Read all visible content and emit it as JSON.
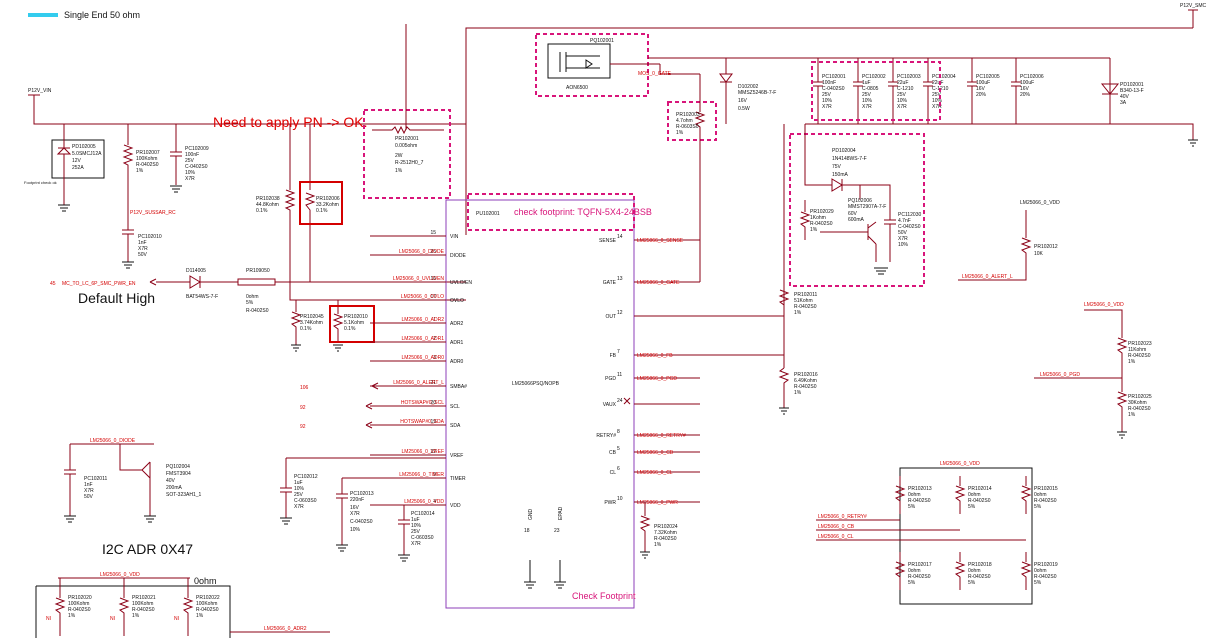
{
  "legend": {
    "text": "Single End 50 ohm",
    "color": "#33ccee"
  },
  "annotations": {
    "apply_pn": "Need to apply PN -> OK.",
    "default_high": "Default High",
    "i2c_adr": "I2C ADR 0X47",
    "check_fp_ic": "check footprint: TQFN-5X4-24BSB",
    "check_fp_box": "Check Footprint"
  },
  "rails": {
    "p12v_vin": "P12V_VIN",
    "p12v_smc": "P12V_SMC",
    "vdd": "LM25066_0_VDD"
  },
  "ic": {
    "ref": "PU102001",
    "part": "LM25066PSQ/NOPB",
    "left_pins": [
      {
        "num": "15",
        "name": "VIN",
        "net": ""
      },
      {
        "num": "25",
        "name": "DIODE",
        "net": "LM25066_0_DIODE"
      },
      {
        "num": "16",
        "name": "UVLO/EN",
        "net": "LM25066_0_UVLO/EN"
      },
      {
        "num": "17",
        "name": "OVLO",
        "net": "LM25066_0_OVLO"
      },
      {
        "num": "1",
        "name": "ADR2",
        "net": "LM25066_0_ADR2"
      },
      {
        "num": "2",
        "name": "ADR1",
        "net": "LM25066_0_ADR1"
      },
      {
        "num": "3",
        "name": "ADR0",
        "net": "LM25066_0_ADR0"
      },
      {
        "num": "21",
        "name": "SMBA#",
        "net": "LM25066_0_ALERT_L"
      },
      {
        "num": "20",
        "name": "SCL",
        "net": "HOTSWAP#0_SCL"
      },
      {
        "num": "19",
        "name": "SDA",
        "net": "HOTSWAP#0_SDA"
      },
      {
        "num": "22",
        "name": "VREF",
        "net": "LM25066_0_VREF"
      },
      {
        "num": "9",
        "name": "TIMER",
        "net": "LM25066_0_TIMER"
      },
      {
        "num": "4",
        "name": "VDD",
        "net": "LM25066_0_VDD"
      }
    ],
    "right_pins": [
      {
        "num": "14",
        "name": "SENSE",
        "net": "LM25066_0_SENSE"
      },
      {
        "num": "13",
        "name": "GATE",
        "net": "LM25066_0_GATE"
      },
      {
        "num": "12",
        "name": "OUT",
        "net": ""
      },
      {
        "num": "7",
        "name": "FB",
        "net": "LM25066_0_FB"
      },
      {
        "num": "11",
        "name": "PGD",
        "net": "LM25066_0_PGD"
      },
      {
        "num": "24",
        "name": "VAUX",
        "net": ""
      },
      {
        "num": "8",
        "name": "RETRY#",
        "net": "LM25066_0_RETRY#"
      },
      {
        "num": "5",
        "name": "CB",
        "net": "LM25066_0_CB"
      },
      {
        "num": "6",
        "name": "CL",
        "net": "LM25066_0_CL"
      },
      {
        "num": "10",
        "name": "PWR",
        "net": "LM25066_0_PWR"
      }
    ],
    "bottom_pins": [
      {
        "num": "18",
        "name": "GND"
      },
      {
        "num": "23",
        "name": "EPAD"
      }
    ]
  },
  "offpage": {
    "mc_signal": "MC_TO_LC_6P_SMC_PWR_EN",
    "mc_num": "45",
    "alert_num": "106",
    "scl_num": "92",
    "sda_num": "92",
    "gate_out": "MOS_0_GATE",
    "alert_right": "LM25066_0_ALERT_L",
    "pgd_right": "LM25066_0_PGD",
    "vdd_right": "LM25066_0_VDD",
    "diode_left": "LM25066_0_DIODE",
    "adr2_bottom": "LM25066_0_ADR2",
    "retry_left": "LM25066_0_RETRY#",
    "cb_left": "LM25066_0_CB",
    "cl_left": "LM25066_0_CL"
  },
  "parts": {
    "pd102005": [
      "PD102005",
      "5.0SMCJ12A",
      "12V",
      "252A"
    ],
    "fp_check": "Footprint check ok",
    "pr102007": [
      "PR102007",
      "100Kohm",
      "R-0402S0",
      "1%"
    ],
    "pc102009": [
      "PC102009",
      "100nF",
      "25V",
      "C-0402S0",
      "10%",
      "X7R"
    ],
    "pc102010": [
      "PC102010",
      "1nF",
      "X7R",
      "50V"
    ],
    "sussar": "P12V_SUSSAR_RC",
    "d114005": [
      "D114005",
      "BAT54WS-7-F"
    ],
    "pr109050": [
      "PR109050",
      "0ohm",
      "5%",
      "R-0402S0"
    ],
    "pr102038": [
      "PR102038",
      "44.8Kohm",
      "0.1%"
    ],
    "pr102006": [
      "PR102006",
      "33.2Kohm",
      "0.1%"
    ],
    "pr102045": [
      "PR102045",
      "3.74Kohm",
      "0.1%"
    ],
    "pr102010": [
      "PR102010",
      "5.1Kohm",
      "0.1%"
    ],
    "pr102001": [
      "PR102001",
      "0.005ohm",
      "2W",
      "R-2512H0_7",
      "1%"
    ],
    "pq102001": [
      "PQ102001",
      "AON6500"
    ],
    "d102002": [
      "D102002",
      "MMSZ5246B-7-F",
      "16V",
      "0.5W"
    ],
    "pr102003": [
      "PR102003",
      "4.7ohm",
      "R-0603S0",
      "1%"
    ],
    "pd102004": [
      "PD102004",
      "1N4148WS-7-F",
      "75V",
      "150mA"
    ],
    "pq102006": [
      "PQ102006",
      "MMST2907A-7-F",
      "60V",
      "600mA"
    ],
    "pr102029": [
      "PR102029",
      "1Kohm",
      "R-0402S0",
      "1%"
    ],
    "pc112030": [
      "PC112030",
      "4.7nF",
      "C-0402S0",
      "50V",
      "X7R",
      "10%"
    ],
    "pr102011": [
      "PR102011",
      "51Kohm",
      "R-0402S0",
      "1%"
    ],
    "pr102016": [
      "PR102016",
      "6.49Kohm",
      "R-0402S0",
      "1%"
    ],
    "caps_top": [
      [
        "PC102001",
        "100nF",
        "C-0402S0",
        "25V",
        "10%",
        "X7R"
      ],
      [
        "PC102002",
        "1uF",
        "C-0805",
        "25V",
        "10%",
        "X7R"
      ],
      [
        "PC102003",
        "22uF",
        "C-1210",
        "25V",
        "10%",
        "X7R"
      ],
      [
        "PC102004",
        "22uF",
        "C-1210",
        "25V",
        "10%",
        "X7R"
      ],
      [
        "PC102005",
        "100uF",
        "16V",
        "20%"
      ],
      [
        "PC102006",
        "100uF",
        "16V",
        "20%"
      ]
    ],
    "pd102001": [
      "PD102001",
      "B340-13-F",
      "40V",
      "3A"
    ],
    "pr102012": [
      "PR102012",
      "10K"
    ],
    "pr102023": [
      "PR102023",
      "11Kohm",
      "R-0402S0",
      "1%"
    ],
    "pr102025": [
      "PR102025",
      "30Kohm",
      "R-0402S0",
      "1%"
    ],
    "pc102011": [
      "PC102011",
      "1nF",
      "X7R",
      "50V"
    ],
    "pq102004": [
      "PQ102004",
      "FMST3904",
      "40V",
      "200mA",
      "SOT-323AH1_1"
    ],
    "pc102012": [
      "PC102012",
      "1uF",
      "10%",
      "25V",
      "C-0603S0",
      "X7R"
    ],
    "pc102013": [
      "PC102013",
      "220nF",
      "16V",
      "X7R",
      "C-0402S0",
      "10%"
    ],
    "pc102014": [
      "PC102014",
      "1uF",
      "10%",
      "25V",
      "C-0603S0",
      "X7R"
    ],
    "pr102024": [
      "PR102024",
      "7.32Kohm",
      "R-0402S0",
      "1%"
    ],
    "adr_res": [
      [
        "PR102013",
        "0ohm",
        "R-0402S0",
        "5%"
      ],
      [
        "PR102014",
        "0ohm",
        "R-0402S0",
        "5%"
      ],
      [
        "PR102015",
        "0ohm",
        "R-0402S0",
        "5%"
      ],
      [
        "PR102017",
        "0ohm",
        "R-0402S0",
        "5%"
      ],
      [
        "PR102018",
        "0ohm",
        "R-0402S0",
        "5%"
      ],
      [
        "PR102019",
        "0ohm",
        "R-0402S0",
        "5%"
      ]
    ],
    "bottom_res": [
      [
        "PR102020",
        "100Kohm",
        "R-0402S0",
        "1%"
      ],
      [
        "PR102021",
        "100Kohm",
        "R-0402S0",
        "1%"
      ],
      [
        "PR102022",
        "100Kohm",
        "R-0402S0",
        "1%"
      ]
    ],
    "bottom_0ohm": "0ohm",
    "ni": "NI"
  }
}
